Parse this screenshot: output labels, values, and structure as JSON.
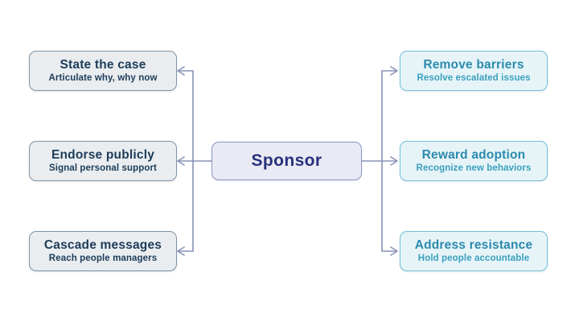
{
  "diagram": {
    "center": {
      "title": "Sponsor"
    },
    "left_column": {
      "items": [
        {
          "title": "State the case",
          "subtitle": "Articulate why, why now"
        },
        {
          "title": "Endorse publicly",
          "subtitle": "Signal personal support"
        },
        {
          "title": "Cascade messages",
          "subtitle": "Reach people managers"
        }
      ]
    },
    "right_column": {
      "items": [
        {
          "title": "Remove barriers",
          "subtitle": "Resolve escalated issues"
        },
        {
          "title": "Reward adoption",
          "subtitle": "Recognize new behaviors"
        },
        {
          "title": "Address resistance",
          "subtitle": "Hold people accountable"
        }
      ]
    },
    "colors": {
      "background": "#ffffff",
      "left_fill": "#e9edf0",
      "left_border": "#7e93a5",
      "left_text": "#1d3c59",
      "right_fill": "#e6f4f8",
      "right_border": "#70c0d6",
      "right_text_title": "#2b8aad",
      "right_text_subtitle": "#3a9fbd",
      "center_fill": "#e9eaf3",
      "center_border": "#8d97c7",
      "center_text": "#27307c",
      "connector": "#8793b8"
    }
  }
}
